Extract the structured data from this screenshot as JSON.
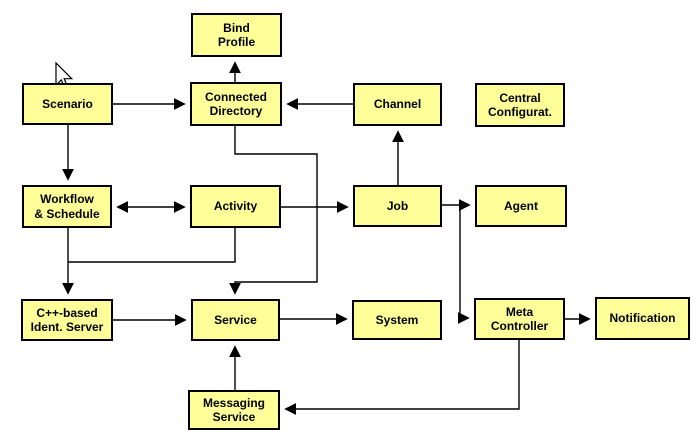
{
  "diagram": {
    "colors": {
      "node_fill": "#FFFF99",
      "node_border": "#000000",
      "connector": "#000000",
      "background": "#FFFFFF"
    },
    "nodes": {
      "bind_profile": {
        "label": "Bind\nProfile"
      },
      "scenario": {
        "label": "Scenario"
      },
      "connected_directory": {
        "label": "Connected\nDirectory"
      },
      "channel": {
        "label": "Channel"
      },
      "central_config": {
        "label": "Central\nConfigurat."
      },
      "workflow": {
        "label": "Workflow\n& Schedule"
      },
      "activity": {
        "label": "Activity"
      },
      "job": {
        "label": "Job"
      },
      "agent": {
        "label": "Agent"
      },
      "cpp_server": {
        "label": "C++-based\nIdent. Server"
      },
      "service": {
        "label": "Service"
      },
      "system": {
        "label": "System"
      },
      "meta_controller": {
        "label": "Meta\nController"
      },
      "notification": {
        "label": "Notification"
      },
      "messaging_service": {
        "label": "Messaging\nService"
      }
    },
    "edges": [
      {
        "from": "Scenario",
        "to": "Connected Directory",
        "style": "arrow"
      },
      {
        "from": "Scenario",
        "to": "Workflow & Schedule",
        "style": "arrow"
      },
      {
        "from": "Connected Directory",
        "to": "Bind Profile",
        "style": "arrow"
      },
      {
        "from": "Channel",
        "to": "Connected Directory",
        "style": "arrow"
      },
      {
        "from": "Workflow & Schedule",
        "to": "Activity",
        "style": "double-arrow"
      },
      {
        "from": "Activity",
        "to": "Job",
        "style": "arrow"
      },
      {
        "from": "Job",
        "to": "Channel",
        "style": "arrow"
      },
      {
        "from": "Job",
        "to": "Agent",
        "style": "arrow"
      },
      {
        "from": "Job",
        "to": "Meta Controller",
        "style": "arrow-elbow"
      },
      {
        "from": "Connected Directory",
        "to": "Service",
        "style": "arrow-elbow"
      },
      {
        "from": "Workflow & Schedule",
        "to": "C++-based Ident. Server",
        "style": "arrow"
      },
      {
        "from": "Activity",
        "to": "C++-based Ident. Server",
        "style": "arrow-elbow"
      },
      {
        "from": "C++-based Ident. Server",
        "to": "Service",
        "style": "arrow"
      },
      {
        "from": "Service",
        "to": "System",
        "style": "arrow"
      },
      {
        "from": "Messaging Service",
        "to": "Service",
        "style": "arrow"
      },
      {
        "from": "Meta Controller",
        "to": "Notification",
        "style": "arrow"
      },
      {
        "from": "Meta Controller",
        "to": "Messaging Service",
        "style": "arrow-elbow"
      }
    ]
  }
}
